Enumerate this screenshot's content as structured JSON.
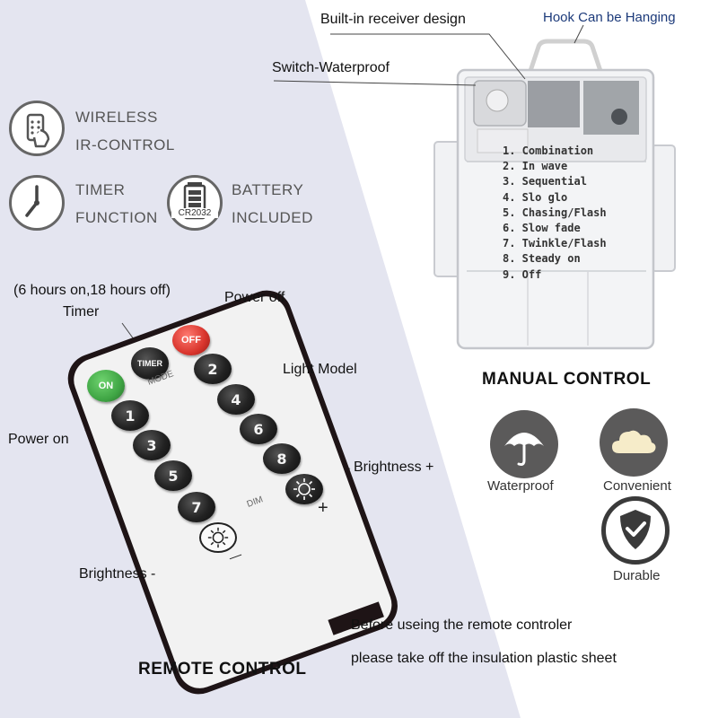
{
  "features": {
    "wireless_line1": "WIRELESS",
    "wireless_line2": "IR-CONTROL",
    "timer_line1": "TIMER",
    "timer_line2": "FUNCTION",
    "battery_icon_text": "CR2032",
    "battery_line1": "BATTERY",
    "battery_line2": "INCLUDED"
  },
  "callouts": {
    "receiver": "Built-in receiver design",
    "hook": "Hook Can be Hanging",
    "switch": "Switch-Waterproof",
    "timer_note": "(6 hours on,18 hours off)",
    "timer": "Timer",
    "power_off": "Power off",
    "light_model": "Light Model",
    "power_on": "Power on",
    "brightness_plus": "Brightness +",
    "brightness_minus": "Brightness -",
    "before_line1": "Before useing the remote controler",
    "before_line2": "please take off the insulation plastic sheet"
  },
  "box_modes": [
    "1. Combination",
    "2. In wave",
    "3. Sequential",
    "4. Slo glo",
    "5. Chasing/Flash",
    "6. Slow fade",
    "7. Twinkle/Flash",
    "8. Steady on",
    "9. Off"
  ],
  "titles": {
    "manual": "MANUAL CONTROL",
    "remote": "REMOTE CONTROL"
  },
  "badges": {
    "waterproof": "Waterproof",
    "convenient": "Convenient",
    "durable": "Durable"
  },
  "remote": {
    "timer_key": "TIMER",
    "off_key": "OFF",
    "on_key": "ON",
    "mode_label": "MODE",
    "dim_label": "DIM",
    "plus": "+",
    "minus": "—",
    "keys": [
      "1",
      "2",
      "3",
      "4",
      "5",
      "6",
      "7",
      "8"
    ]
  },
  "colors": {
    "panel_bg": "#e4e5f0",
    "on_key": "#3fa544",
    "off_key": "#d8342c",
    "key_dark": "#1a1a1a",
    "icon_ring": "#666666"
  }
}
